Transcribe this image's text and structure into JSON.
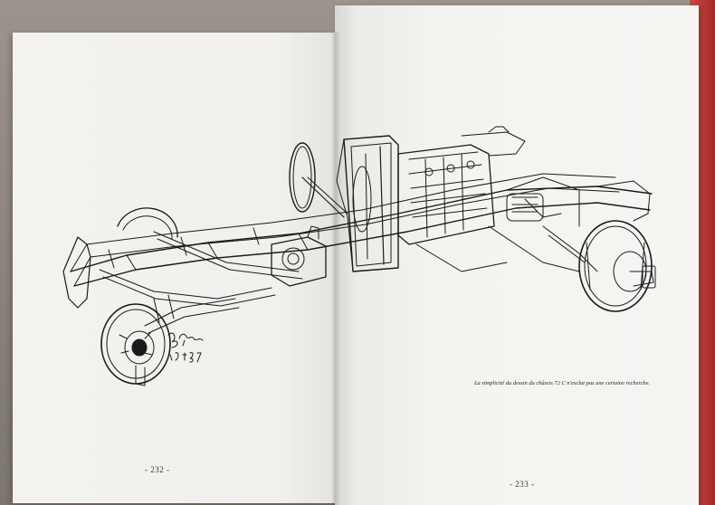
{
  "book": {
    "caption": "La simplicité du dessin du châssis 72 C n'exclut pas une certaine recherche.",
    "left_page_number": "- 232 -",
    "right_page_number": "- 233 -",
    "signature_text": "B.Lorraine 19.5.74"
  },
  "colors": {
    "paper": "#f4f3f0",
    "ink": "#1a1a1a",
    "book_cover_edge": "#b73530",
    "table": "#8f8780"
  },
  "figure": {
    "subject": "line drawing of a car chassis"
  }
}
